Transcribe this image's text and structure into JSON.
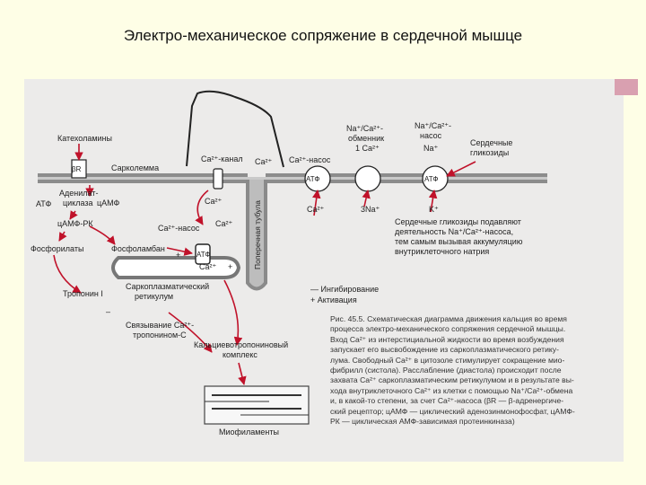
{
  "title": "Электро-механическое сопряжение в сердечной мышце",
  "labels": {
    "catecholamines": "Катехоламины",
    "beta_r": "βR",
    "sarcolemma": "Сарколемма",
    "adenylate_cyclase_1": "Аденилат-",
    "adenylate_cyclase_2": "циклаза",
    "atp_left": "АТФ",
    "camp": "цАМФ",
    "camp_pk": "цАМФ-РК",
    "phosphorylates": "Фосфорилаты",
    "phospholamban": "Фосфоламбан",
    "ca_channel": "Ca²⁺-канал",
    "ca_channel_ion": "Ca²⁺",
    "ca_pump_top": "Ca²⁺-насос",
    "ca_below_channel": "Ca²⁺",
    "ca_pump_sr": "Ca²⁺-насос",
    "ca_sr_right": "Ca²⁺",
    "atp_sr": "АТФ",
    "ca_sr_release": "Ca²⁺",
    "t_tubule": "Поперечная тубула",
    "sr_1": "Саркоплазматический",
    "sr_2": "ретикулум",
    "troponin": "Тропонин I",
    "binding_1": "Связывание Ca²⁺-",
    "binding_2": "тропонином-С",
    "complex_1": "Кальциевотропониновый",
    "complex_2": "комплекс",
    "myofilaments": "Миофиламенты",
    "atp_pump": "АТФ",
    "ca_out": "Ca²⁺",
    "exchanger_1": "Na⁺/Ca²⁺-",
    "exchanger_2": "обменник",
    "exchanger_3": "1 Ca²⁺",
    "na3": "3Na⁺",
    "nak_1": "Na⁺/Ca²⁺-",
    "nak_2": "насос",
    "nak_3": "Na⁺",
    "atp_nak": "АТФ",
    "k_plus": "K⁺",
    "glycosides_1": "Сердечные",
    "glycosides_2": "гликозиды",
    "note_1": "Сердечные гликозиды подавляют",
    "note_2": "деятельность Na⁺/Ca²⁺-насоса,",
    "note_3": "тем самым вызывая аккумуляцию",
    "note_4": "внутриклеточного натрия",
    "legend_inhibit": "—  Ингибирование",
    "legend_activate": "+  Активация",
    "plus_sign": "+",
    "minus_sign": "–"
  },
  "caption": [
    "Рис. 45.5. Схематическая диаграмма движения кальция во время",
    "процесса электро-механического сопряжения сердечной мышцы.",
    "Вход Ca²⁺ из интерстициальной жидкости во время возбуждения",
    "запускает его высвобождение из саркоплазматического ретику-",
    "лума. Свободный Ca²⁺ в цитозоле стимулирует сокращение мио-",
    "фибрилл (систола). Расслабление (диастола) происходит после",
    "захвата Ca²⁺ саркоплазматическим ретикулумом и в результате вы-",
    "хода внутриклеточного Ca²⁺ из клетки с помощью Na⁺/Ca²⁺-обмена",
    "и, в какой-то степени, за счет Ca²⁺-насоса (βR — β-адренергиче-",
    "ский рецептор; цАМФ — циклический аденозинмонофосфат, цАМФ-",
    "РК — циклическая АМФ-зависимая протеинкиназа)"
  ],
  "colors": {
    "arrow": "#c0122a",
    "membrane": "#8a8a8a",
    "background": "#fefee6",
    "scan": "#ecebea"
  }
}
